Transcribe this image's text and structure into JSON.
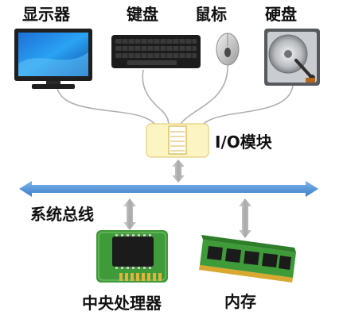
{
  "devices": {
    "monitor": "显示器",
    "keyboard": "键盘",
    "mouse": "鼠标",
    "harddisk": "硬盘"
  },
  "io_module": "I/O模块",
  "system_bus": "系统总线",
  "cpu": "中央处理器",
  "memory": "内存",
  "colors": {
    "bus": "#4a8fd6",
    "io_box": "#fdf4c3",
    "connector_arrow": "#b9b9b9",
    "cable": "#aeb0b2",
    "cpu_board": "#3f9a3a",
    "memory_board": "#3f9a3a"
  }
}
